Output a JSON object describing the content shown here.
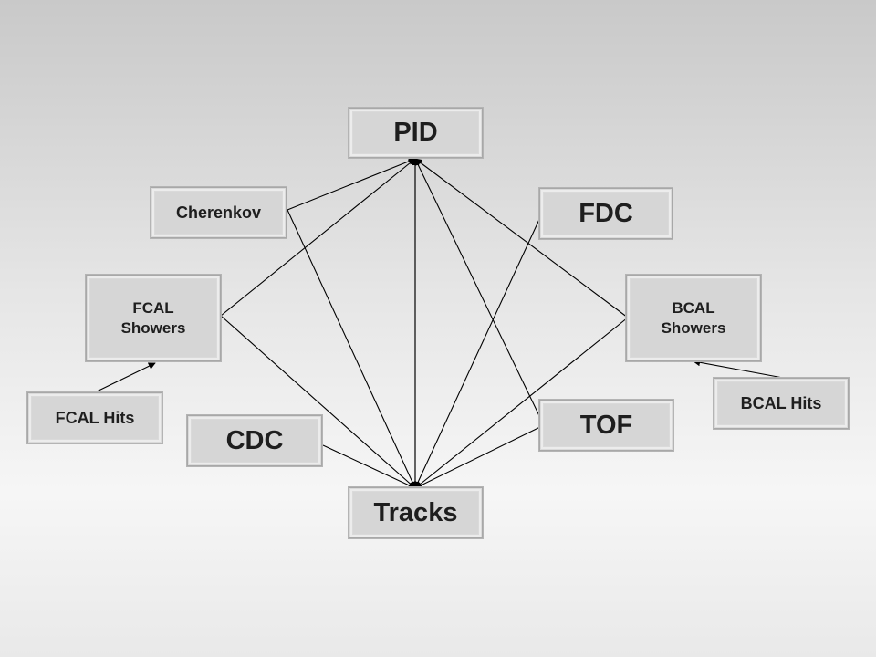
{
  "nodes": {
    "pid": "PID",
    "cherenkov": "Cherenkov",
    "fdc": "FDC",
    "fcal_showers": [
      "FCAL",
      "Showers"
    ],
    "bcal_showers": [
      "BCAL",
      "Showers"
    ],
    "fcal_hits": "FCAL Hits",
    "bcal_hits": "BCAL Hits",
    "cdc": "CDC",
    "tof": "TOF",
    "tracks": "Tracks"
  },
  "edges": [
    {
      "from": "cherenkov",
      "to": "pid"
    },
    {
      "from": "fcal_showers",
      "to": "pid"
    },
    {
      "from": "bcal_showers",
      "to": "pid"
    },
    {
      "from": "tof",
      "to": "pid"
    },
    {
      "from": "tracks",
      "to": "pid"
    },
    {
      "from": "cherenkov",
      "to": "tracks"
    },
    {
      "from": "fcal_showers",
      "to": "tracks"
    },
    {
      "from": "bcal_showers",
      "to": "tracks"
    },
    {
      "from": "fdc",
      "to": "tracks"
    },
    {
      "from": "cdc",
      "to": "tracks"
    },
    {
      "from": "tof",
      "to": "tracks"
    },
    {
      "from": "pid",
      "to": "tracks"
    },
    {
      "from": "fcal_hits",
      "to": "fcal_showers"
    },
    {
      "from": "bcal_hits",
      "to": "bcal_showers"
    }
  ],
  "colors": {
    "line": "#000000",
    "node_fill": "#d6d6d6",
    "text": "#1e1e1e"
  }
}
